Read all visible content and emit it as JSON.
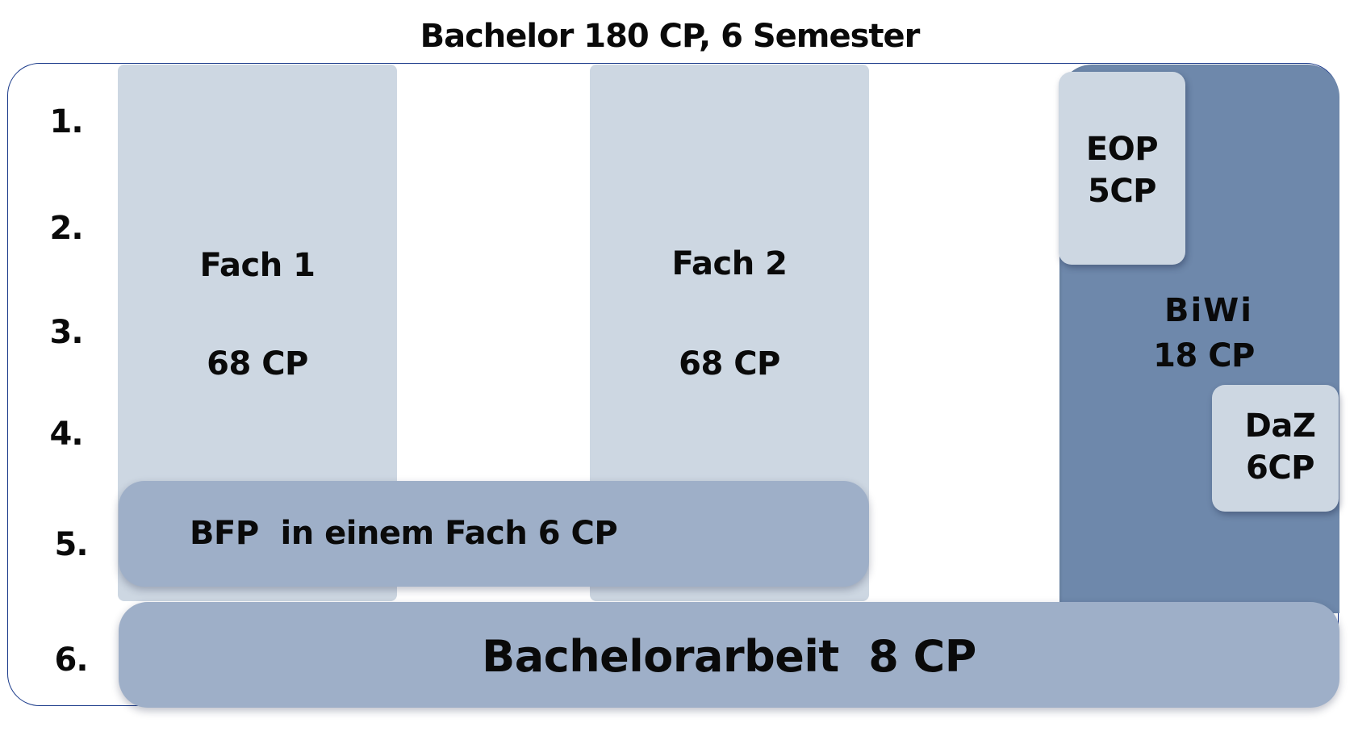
{
  "title": "Bachelor  180 CP, 6 Semester",
  "semesters": [
    "1.",
    "2.",
    "3.",
    "4.",
    "5.",
    "6."
  ],
  "blocks": {
    "fach1": {
      "name": "Fach 1",
      "cp": "68 CP"
    },
    "fach2": {
      "name": "Fach 2",
      "cp": "68 CP"
    },
    "biwi": {
      "name": "BiWi",
      "cp": "18 CP"
    },
    "eop": {
      "name": "EOP",
      "cp": "5CP"
    },
    "daz": {
      "name": "DaZ",
      "cp": "6CP"
    },
    "bfp": {
      "label": "BFP  in einem Fach 6 CP"
    },
    "bachelorarbeit": {
      "label": "Bachelorarbeit  8 CP"
    }
  },
  "colors": {
    "frame_border": "#1a3a8a",
    "fach_light": "#cdd7e2",
    "biwi_dark": "#6e88ab",
    "bar_mid": "#9eafc8"
  }
}
